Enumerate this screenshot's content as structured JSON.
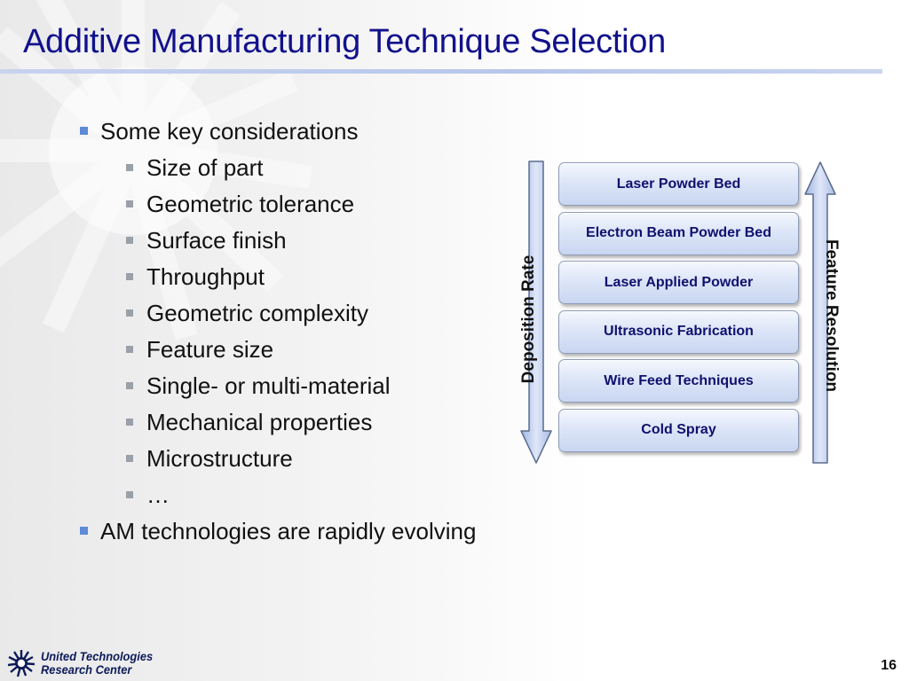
{
  "slide": {
    "title": "Additive Manufacturing Technique Selection",
    "page_number": "16"
  },
  "bullets": [
    {
      "level": 1,
      "text": "Some key considerations"
    },
    {
      "level": 2,
      "text": "Size of part"
    },
    {
      "level": 2,
      "text": "Geometric tolerance"
    },
    {
      "level": 2,
      "text": "Surface finish"
    },
    {
      "level": 2,
      "text": "Throughput"
    },
    {
      "level": 2,
      "text": "Geometric complexity"
    },
    {
      "level": 2,
      "text": "Feature size"
    },
    {
      "level": 2,
      "text": "Single- or multi-material"
    },
    {
      "level": 2,
      "text": "Mechanical properties"
    },
    {
      "level": 2,
      "text": "Microstructure"
    },
    {
      "level": 2,
      "text": "…"
    },
    {
      "level": 1,
      "text": "AM technologies are rapidly evolving"
    }
  ],
  "diagram": {
    "left_axis_label": "Deposition Rate",
    "right_axis_label": "Feature Resolution",
    "left_arrow_direction": "down",
    "right_arrow_direction": "up",
    "techniques": [
      "Laser Powder Bed",
      "Electron Beam Powder Bed",
      "Laser Applied Powder",
      "Ultrasonic Fabrication",
      "Wire Feed Techniques",
      "Cold Spray"
    ]
  },
  "logo": {
    "icon": "utc-logo-icon",
    "line1": "United Technologies",
    "line2": "Research Center"
  },
  "colors": {
    "title": "#11118c",
    "bullet_level1": "#5d8bd8",
    "bullet_level2": "#9aa0a8",
    "box_text": "#10106e",
    "arrow_fill": "#c4d2ef",
    "arrow_stroke": "#5b6b8e"
  }
}
